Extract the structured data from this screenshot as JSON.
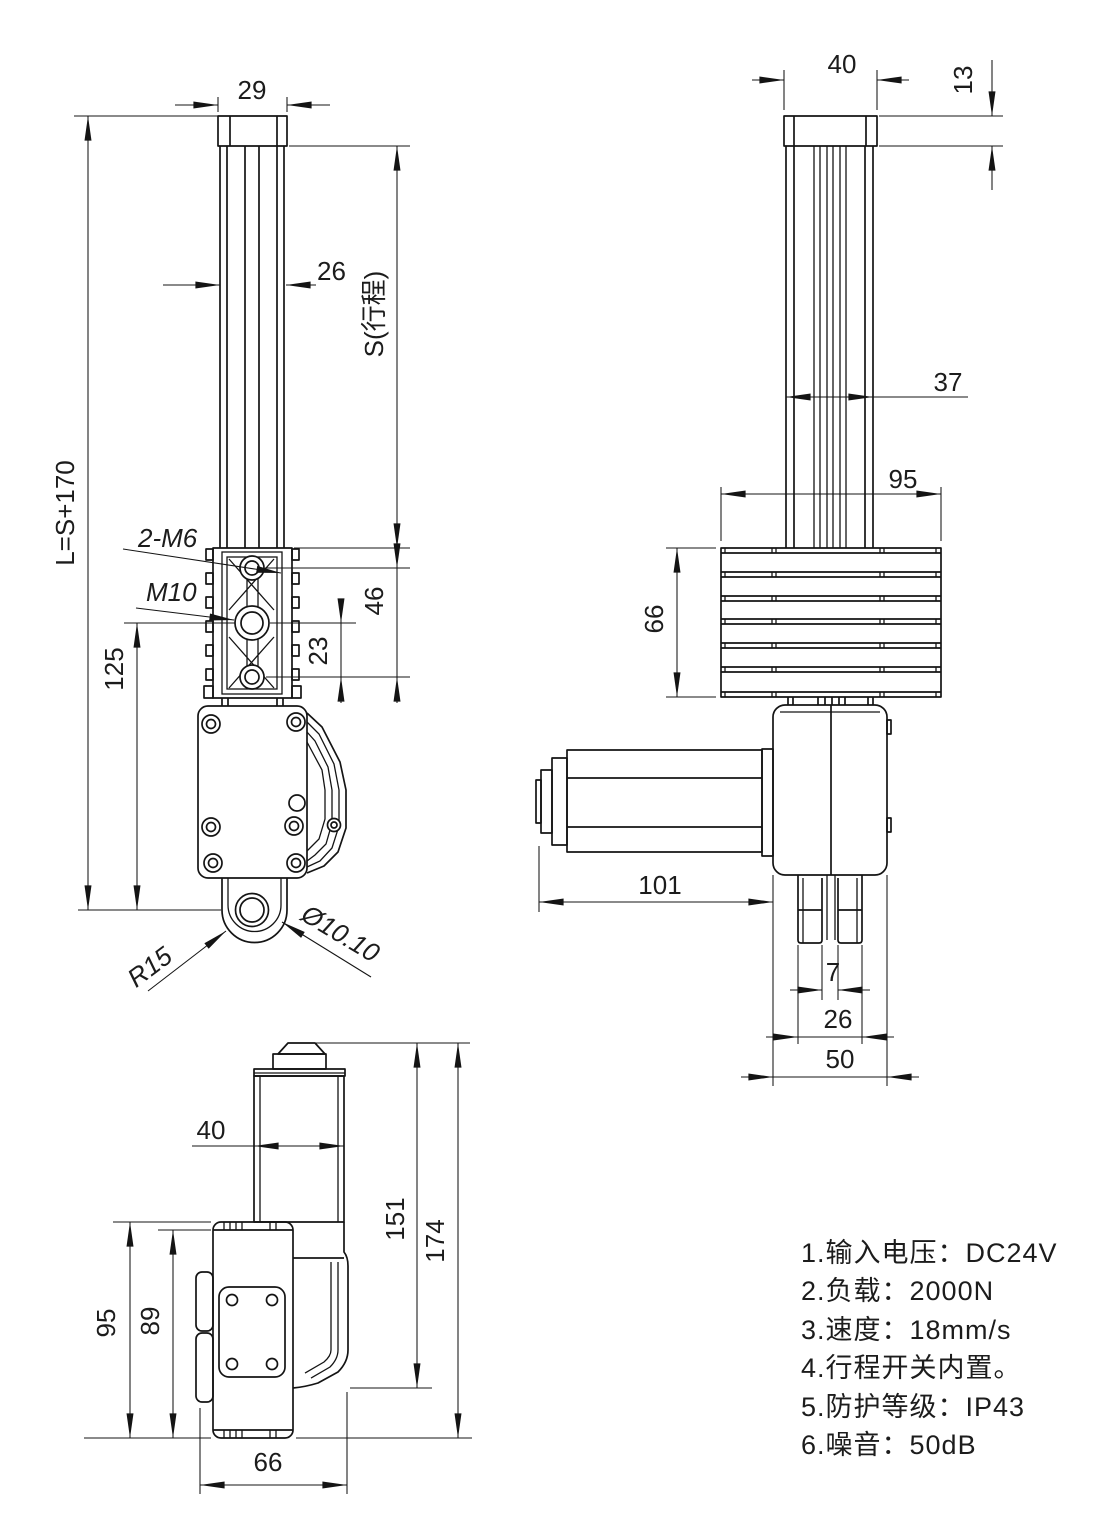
{
  "front_view": {
    "cap_width": "29",
    "rod_width": "26",
    "stroke_label": "S(行程)",
    "length_label": "L=S+170",
    "mount_to_pivot": "125",
    "hole_span_46": "46",
    "hole_span_23": "23",
    "thread_top": "2-M6",
    "thread_mid": "M10",
    "clevis_radius": "R15",
    "clevis_bore": "Ø10.10"
  },
  "side_view": {
    "cap_width": "40",
    "cap_height": "13",
    "rod_width": "37",
    "block_width": "95",
    "block_height": "66",
    "motor_length": "101",
    "fork_gap": "7",
    "fork_width": "26",
    "body_width": "50"
  },
  "bottom_view": {
    "motor_width": "40",
    "height_to_flange": "151",
    "height_total": "174",
    "body_height": "95",
    "plate_height": "89",
    "depth": "66"
  },
  "notes": {
    "items": [
      "1.输入电压：DC24V",
      "2.负载：2000N",
      "3.速度：18mm/s",
      "4.行程开关内置。",
      "5.防护等级：IP43",
      "6.噪音：50dB"
    ]
  }
}
